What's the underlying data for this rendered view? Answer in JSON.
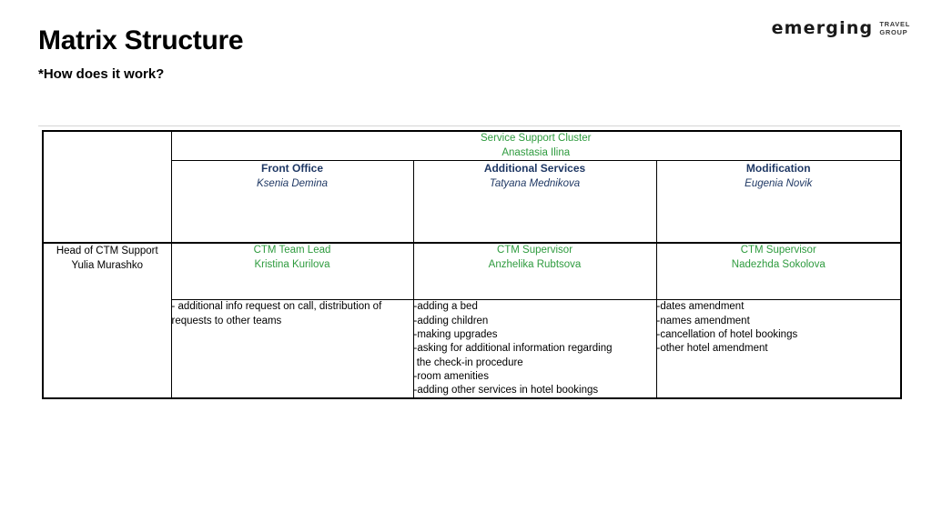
{
  "slide": {
    "title": "Matrix Structure",
    "subtitle": "*How does it work?"
  },
  "logo": {
    "wordmark": "emerging",
    "sub_line1": "TRAVEL",
    "sub_line2": "GROUP"
  },
  "colors": {
    "green": "#2E9B3E",
    "navy": "#1F3864",
    "text": "#000000",
    "border": "#000000"
  },
  "table": {
    "cluster": {
      "title": "Service Support Cluster",
      "person": "Anastasia Ilina"
    },
    "departments": [
      {
        "title": "Front Office",
        "person": "Ksenia Demina"
      },
      {
        "title": "Additional Services",
        "person": "Tatyana Mednikova"
      },
      {
        "title": "Modification",
        "person": "Eugenia Novik"
      }
    ],
    "supervisors": [
      {
        "title": "CTM Team Lead",
        "person": "Kristina Kurilova"
      },
      {
        "title": "CTM Supervisor",
        "person": "Anzhelika Rubtsova"
      },
      {
        "title": "CTM Supervisor",
        "person": "Nadezhda Sokolova"
      }
    ],
    "row_label": {
      "title": "Head of CTM Support",
      "person": "Yulia Murashko"
    },
    "tasks": {
      "front_office": "- additional info request on call, distribution of requests to other teams",
      "additional_services": "-adding a bed\n-adding children\n-making upgrades\n-asking for additional information regarding\n the check-in procedure\n-room amenities\n-adding other services in hotel bookings",
      "modification": "-dates amendment\n-names amendment\n-cancellation of hotel bookings\n-other hotel amendment"
    }
  }
}
